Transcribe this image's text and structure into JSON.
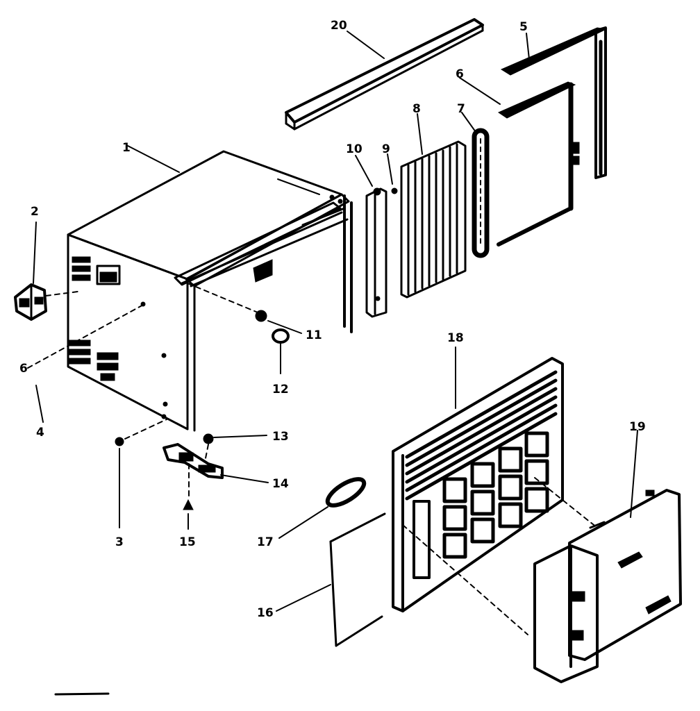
{
  "diagram": {
    "labels": {
      "p1": "1",
      "p2": "2",
      "p3": "3",
      "p4": "4",
      "p5": "5",
      "p6a": "6",
      "p6b": "6",
      "p7": "7",
      "p8": "8",
      "p9": "9",
      "p10": "10",
      "p11": "11",
      "p12": "12",
      "p13": "13",
      "p14": "14",
      "p15": "15",
      "p16": "16",
      "p17": "17",
      "p18": "18",
      "p19": "19",
      "p20": "20"
    }
  }
}
